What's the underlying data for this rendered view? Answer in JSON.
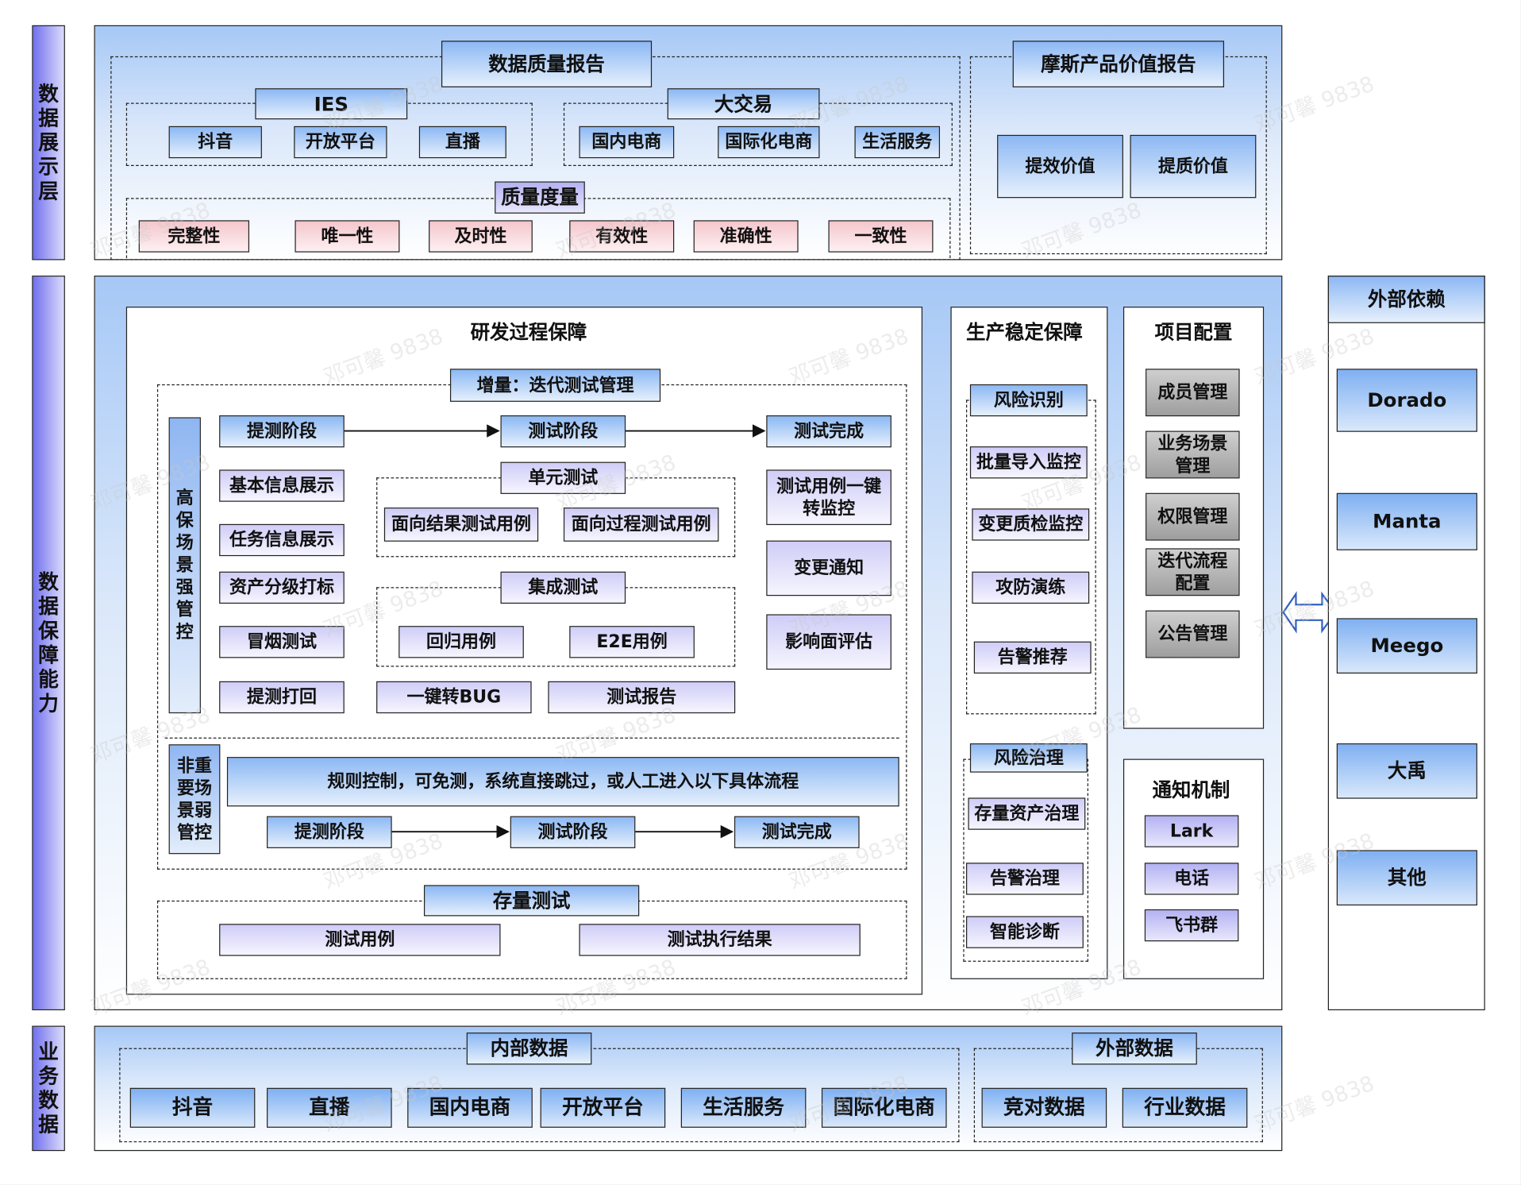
{
  "layers": {
    "display": [
      "数",
      "据",
      "展",
      "示",
      "层"
    ],
    "guarantee": [
      "数",
      "据",
      "保",
      "障",
      "能",
      "力"
    ],
    "business": [
      "业",
      "务",
      "数",
      "据"
    ]
  },
  "display": {
    "quality_report": "数据质量报告",
    "ies": {
      "title": "IES",
      "items": [
        "抖音",
        "开放平台",
        "直播"
      ]
    },
    "big_trade": {
      "title": "大交易",
      "items": [
        "国内电商",
        "国际化电商",
        "生活服务"
      ]
    },
    "metric": {
      "title": "质量度量",
      "items": [
        "完整性",
        "唯一性",
        "及时性",
        "有效性",
        "准确性",
        "一致性"
      ]
    },
    "value_report": {
      "title": "摩斯产品价值报告",
      "items": [
        "提效价值",
        "提质价值"
      ]
    }
  },
  "dev": {
    "title": "研发过程保障",
    "increment_title": "增量：迭代测试管理",
    "high_control": [
      "高",
      "保",
      "场",
      "景",
      "强",
      "管",
      "控"
    ],
    "stages": [
      "提测阶段",
      "测试阶段",
      "测试完成"
    ],
    "left_items": [
      "基本信息展示",
      "任务信息展示",
      "资产分级打标",
      "冒烟测试",
      "提测打回"
    ],
    "unit": {
      "title": "单元测试",
      "items": [
        "面向结果测试用例",
        "面向过程测试用例"
      ]
    },
    "integration": {
      "title": "集成测试",
      "items": [
        "回归用例",
        "E2E用例"
      ]
    },
    "bottom_items": [
      "一键转BUG",
      "测试报告"
    ],
    "right_items": [
      [
        "测试用例一键",
        "转监控"
      ],
      [
        "变更通知"
      ],
      [
        "影响面评估"
      ]
    ],
    "low_control": [
      "非重",
      "要场",
      "景弱",
      "管控"
    ],
    "rule_text": "规则控制，可免测，系统直接跳过，或人工进入以下具体流程",
    "low_stages": [
      "提测阶段",
      "测试阶段",
      "测试完成"
    ],
    "stock": {
      "title": "存量测试",
      "items": [
        "测试用例",
        "测试执行结果"
      ]
    }
  },
  "prod": {
    "title": "生产稳定保障",
    "risk_id": {
      "title": "风险识别",
      "items": [
        "批量导入监控",
        "变更质检监控",
        "攻防演练",
        "告警推荐"
      ]
    },
    "risk_gov": {
      "title": "风险治理",
      "items": [
        "存量资产治理",
        "告警治理",
        "智能诊断"
      ]
    }
  },
  "project": {
    "title": "项目配置",
    "items": [
      [
        "成员管理"
      ],
      [
        "业务场景",
        "管理"
      ],
      [
        "权限管理"
      ],
      [
        "迭代流程",
        "配置"
      ],
      [
        "公告管理"
      ]
    ]
  },
  "notify": {
    "title": "通知机制",
    "items": [
      "Lark",
      "电话",
      "飞书群"
    ]
  },
  "external": {
    "title": "外部依赖",
    "items": [
      "Dorado",
      "Manta",
      "Meego",
      "大禹",
      "其他"
    ]
  },
  "business": {
    "internal": {
      "title": "内部数据",
      "items": [
        "抖音",
        "直播",
        "国内电商",
        "开放平台",
        "生活服务",
        "国际化电商"
      ]
    },
    "external": {
      "title": "外部数据",
      "items": [
        "竞对数据",
        "行业数据"
      ]
    }
  },
  "watermark": "邓可馨 9838"
}
